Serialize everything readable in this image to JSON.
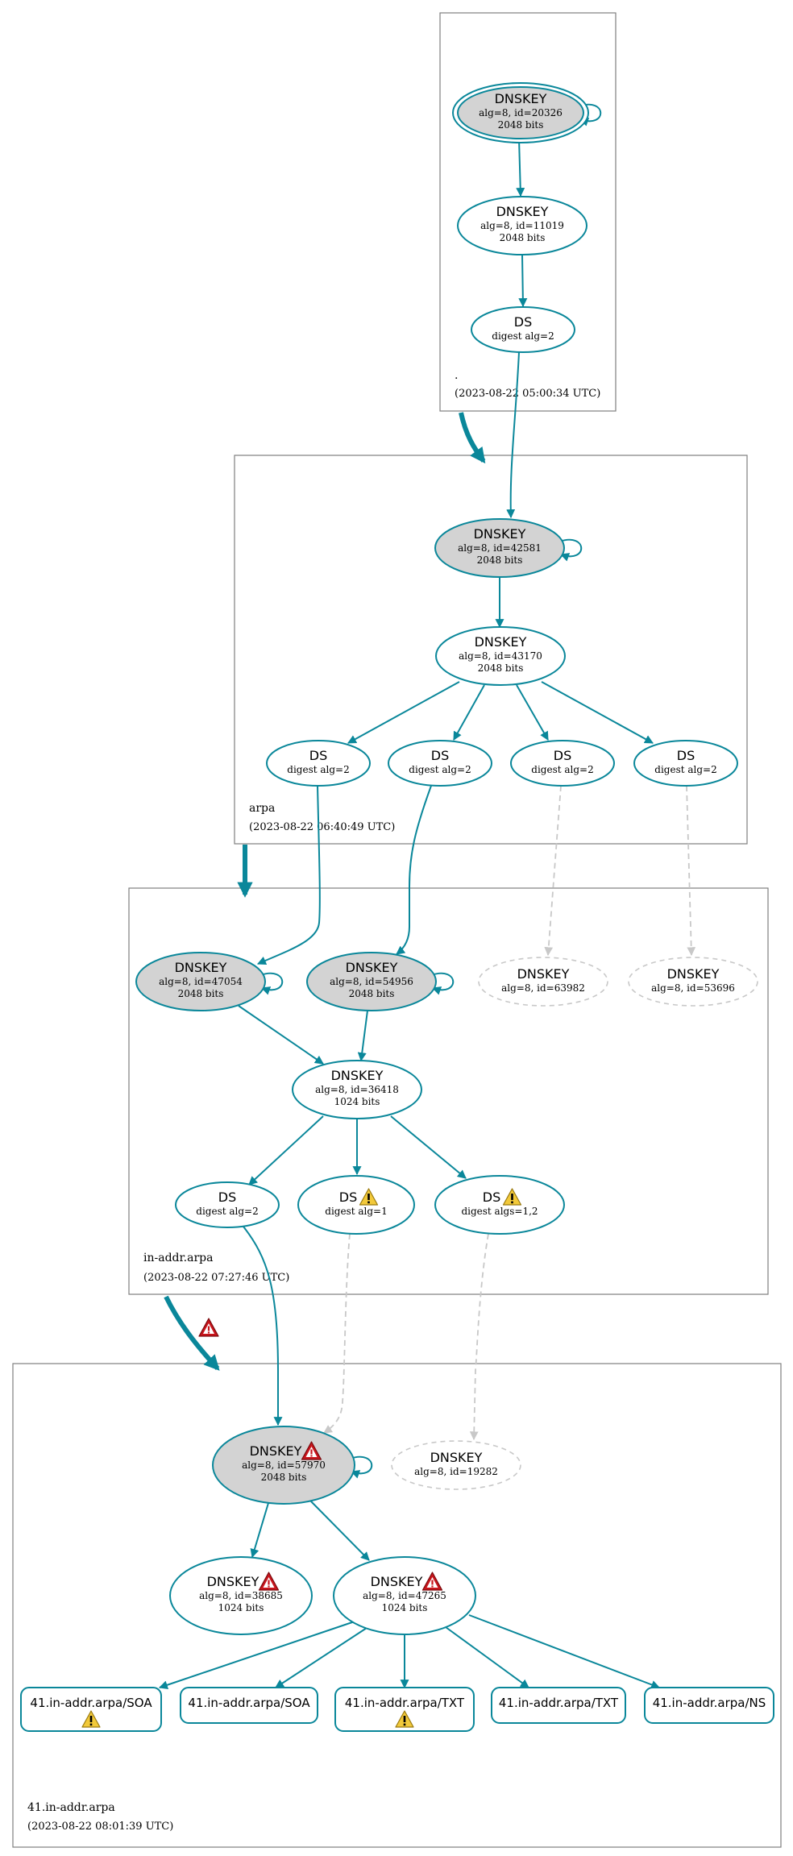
{
  "colors": {
    "accent": "#0a879a",
    "key_fill": "#d3d3d3",
    "node_fill": "#ffffff",
    "dashed": "#c8c8c8",
    "zone_border": "#7f7f7f",
    "warning": "#f2c93a",
    "error": "#c8151c"
  },
  "zones": [
    {
      "id": "root",
      "name": ".",
      "timestamp": "(2023-08-22 05:00:34 UTC)"
    },
    {
      "id": "arpa",
      "name": "arpa",
      "timestamp": "(2023-08-22 06:40:49 UTC)"
    },
    {
      "id": "in-addr",
      "name": "in-addr.arpa",
      "timestamp": "(2023-08-22 07:27:46 UTC)"
    },
    {
      "id": "z41",
      "name": "41.in-addr.arpa",
      "timestamp": "(2023-08-22 08:01:39 UTC)"
    }
  ],
  "nodes": [
    {
      "id": "root_ksk",
      "type": "DNSKEY",
      "title": "DNSKEY",
      "lines": [
        "alg=8, id=20326",
        "2048 bits"
      ],
      "sep": true,
      "trust_anchor": true,
      "style": "solid",
      "icon": ""
    },
    {
      "id": "root_zsk",
      "type": "DNSKEY",
      "title": "DNSKEY",
      "lines": [
        "alg=8, id=11019",
        "2048 bits"
      ],
      "sep": false,
      "style": "solid",
      "icon": ""
    },
    {
      "id": "root_ds",
      "type": "DS",
      "title": "DS",
      "lines": [
        "digest alg=2"
      ],
      "style": "solid",
      "icon": ""
    },
    {
      "id": "arpa_ksk",
      "type": "DNSKEY",
      "title": "DNSKEY",
      "lines": [
        "alg=8, id=42581",
        "2048 bits"
      ],
      "sep": true,
      "style": "solid",
      "icon": ""
    },
    {
      "id": "arpa_zsk",
      "type": "DNSKEY",
      "title": "DNSKEY",
      "lines": [
        "alg=8, id=43170",
        "2048 bits"
      ],
      "sep": false,
      "style": "solid",
      "icon": ""
    },
    {
      "id": "arpa_ds1",
      "type": "DS",
      "title": "DS",
      "lines": [
        "digest alg=2"
      ],
      "style": "solid",
      "icon": ""
    },
    {
      "id": "arpa_ds2",
      "type": "DS",
      "title": "DS",
      "lines": [
        "digest alg=2"
      ],
      "style": "solid",
      "icon": ""
    },
    {
      "id": "arpa_ds3",
      "type": "DS",
      "title": "DS",
      "lines": [
        "digest alg=2"
      ],
      "style": "solid",
      "icon": ""
    },
    {
      "id": "arpa_ds4",
      "type": "DS",
      "title": "DS",
      "lines": [
        "digest alg=2"
      ],
      "style": "solid",
      "icon": ""
    },
    {
      "id": "ia_ksk1",
      "type": "DNSKEY",
      "title": "DNSKEY",
      "lines": [
        "alg=8, id=47054",
        "2048 bits"
      ],
      "sep": true,
      "style": "solid",
      "icon": ""
    },
    {
      "id": "ia_ksk2",
      "type": "DNSKEY",
      "title": "DNSKEY",
      "lines": [
        "alg=8, id=54956",
        "2048 bits"
      ],
      "sep": true,
      "style": "solid",
      "icon": ""
    },
    {
      "id": "ia_miss1",
      "type": "DNSKEY",
      "title": "DNSKEY",
      "lines": [
        "alg=8, id=63982"
      ],
      "style": "dashed",
      "icon": ""
    },
    {
      "id": "ia_miss2",
      "type": "DNSKEY",
      "title": "DNSKEY",
      "lines": [
        "alg=8, id=53696"
      ],
      "style": "dashed",
      "icon": ""
    },
    {
      "id": "ia_zsk",
      "type": "DNSKEY",
      "title": "DNSKEY",
      "lines": [
        "alg=8, id=36418",
        "1024 bits"
      ],
      "sep": false,
      "style": "solid",
      "icon": ""
    },
    {
      "id": "ia_ds1",
      "type": "DS",
      "title": "DS",
      "lines": [
        "digest alg=2"
      ],
      "style": "solid",
      "icon": ""
    },
    {
      "id": "ia_ds2",
      "type": "DS",
      "title": "DS",
      "lines": [
        "digest alg=1"
      ],
      "style": "solid",
      "icon": "warning"
    },
    {
      "id": "ia_ds3",
      "type": "DS",
      "title": "DS",
      "lines": [
        "digest algs=1,2"
      ],
      "style": "solid",
      "icon": "warning"
    },
    {
      "id": "z41_ksk",
      "type": "DNSKEY",
      "title": "DNSKEY",
      "lines": [
        "alg=8, id=57970",
        "2048 bits"
      ],
      "sep": true,
      "style": "solid",
      "icon": "error"
    },
    {
      "id": "z41_miss",
      "type": "DNSKEY",
      "title": "DNSKEY",
      "lines": [
        "alg=8, id=19282"
      ],
      "style": "dashed",
      "icon": ""
    },
    {
      "id": "z41_zsk1",
      "type": "DNSKEY",
      "title": "DNSKEY",
      "lines": [
        "alg=8, id=38685",
        "1024 bits"
      ],
      "sep": false,
      "style": "solid",
      "icon": "error"
    },
    {
      "id": "z41_zsk2",
      "type": "DNSKEY",
      "title": "DNSKEY",
      "lines": [
        "alg=8, id=47265",
        "1024 bits"
      ],
      "sep": false,
      "style": "solid",
      "icon": "error"
    }
  ],
  "rrsets": [
    {
      "id": "rr1",
      "label": "41.in-addr.arpa/SOA",
      "icon": "warning"
    },
    {
      "id": "rr2",
      "label": "41.in-addr.arpa/SOA",
      "icon": ""
    },
    {
      "id": "rr3",
      "label": "41.in-addr.arpa/TXT",
      "icon": "warning"
    },
    {
      "id": "rr4",
      "label": "41.in-addr.arpa/TXT",
      "icon": ""
    },
    {
      "id": "rr5",
      "label": "41.in-addr.arpa/NS",
      "icon": ""
    }
  ],
  "delegations": [
    {
      "from": "root",
      "to": "arpa",
      "icon": ""
    },
    {
      "from": "arpa",
      "to": "in-addr",
      "icon": ""
    },
    {
      "from": "in-addr",
      "to": "z41",
      "icon": "error"
    }
  ]
}
